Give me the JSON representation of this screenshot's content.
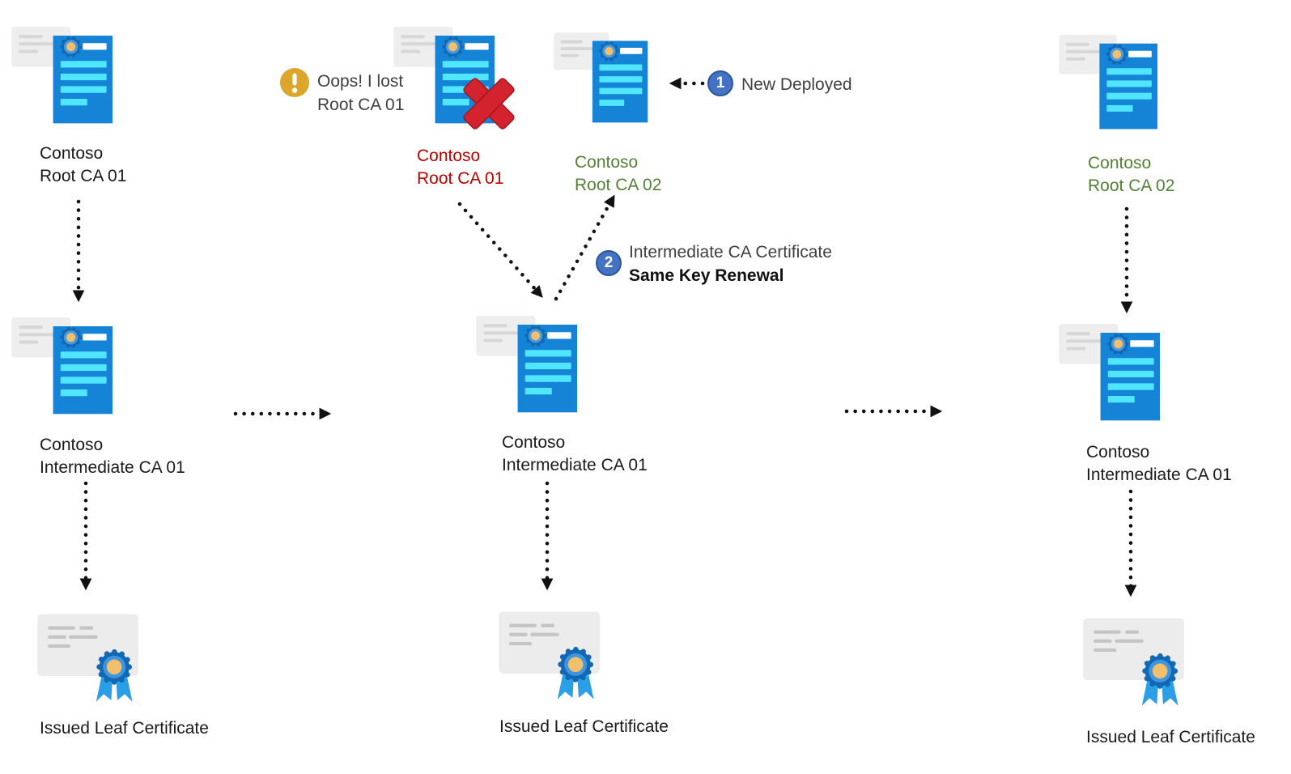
{
  "columns": {
    "before": {
      "root": {
        "line1": "Contoso",
        "line2": "Root CA 01"
      },
      "intermediate": {
        "line1": "Contoso",
        "line2": "Intermediate CA 01"
      },
      "leaf": "Issued Leaf Certificate"
    },
    "during": {
      "oops": {
        "line1": "Oops! I lost",
        "line2": "Root CA 01"
      },
      "lost_root": {
        "line1": "Contoso",
        "line2": "Root CA 01"
      },
      "new_root": {
        "line1": "Contoso",
        "line2": "Root CA 02"
      },
      "step1": {
        "number": "1",
        "label": "New Deployed"
      },
      "step2": {
        "number": "2",
        "line1": "Intermediate CA Certificate",
        "line2": "Same Key Renewal"
      },
      "intermediate": {
        "line1": "Contoso",
        "line2": "Intermediate CA 01"
      },
      "leaf": "Issued Leaf Certificate"
    },
    "after": {
      "root": {
        "line1": "Contoso",
        "line2": "Root CA 02"
      },
      "intermediate": {
        "line1": "Contoso",
        "line2": "Intermediate CA 01"
      },
      "leaf": "Issued Leaf Certificate"
    }
  },
  "colors": {
    "label_default": "#1a1a1a",
    "label_lost_red": "#c00000",
    "label_new_green": "#538135",
    "annotation_gray": "#404040",
    "step_badge_blue": "#4472c4",
    "warning_gold": "#dca62b",
    "doc_blue": "#1583d6",
    "doc_accent_cyan": "#50e6ff",
    "seal_gold": "#f2c06c",
    "cross_red": "#d2232e"
  }
}
